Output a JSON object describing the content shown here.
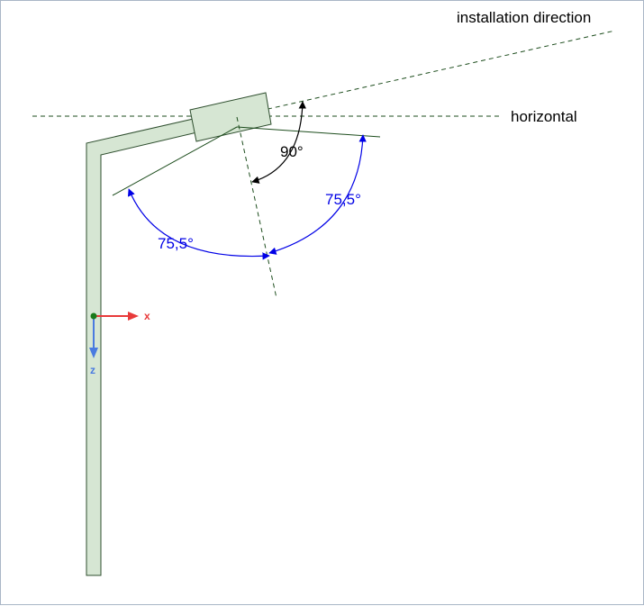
{
  "labels": {
    "installation_direction": "installation direction",
    "horizontal": "horizontal"
  },
  "dimensions": {
    "right_angle": "90°",
    "angle_right": "75,5°",
    "angle_left": "75,5°"
  },
  "axes": {
    "x_label": "x",
    "z_label": "z"
  },
  "colors": {
    "frame_border": "#a9b6c6",
    "member_fill": "#d6e6d3",
    "member_stroke": "#2f4f2f",
    "guide_line": "#1d4d1d",
    "dimension": "#0000e6",
    "x_axis": "#e83a3a",
    "z_axis": "#4a7be0",
    "origin_dot": "#1a7a1a"
  }
}
